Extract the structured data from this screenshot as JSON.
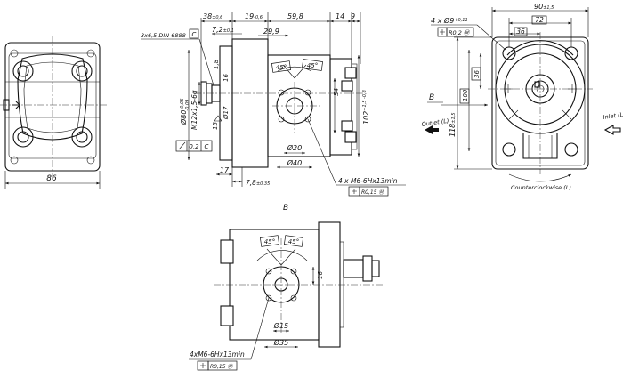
{
  "front_view": {
    "width_dim": "86"
  },
  "side_view": {
    "d_38": "38",
    "d_38_tol": "±0,6",
    "d_19": "19",
    "d_19_tol": "-0,6",
    "d_59_8": "59,8",
    "d_14": "14",
    "d_9": "9",
    "d_7_2": "7,2",
    "d_7_2_tol": "±0,1",
    "d_29_9": "29,9",
    "key_note": "3x6,5 DIN 6888",
    "key_ref": "C",
    "d_1_8": "1,8",
    "d_80": "Ø80",
    "d_80_tol_hi": "-0,06",
    "d_80_tol_lo": "-0,09",
    "thread": "M12x1,5-6g",
    "d_16": "16",
    "d_17": "Ø17",
    "d_15": "15",
    "d_54": "54",
    "d_102": "102",
    "d_102_tol": "+1,5 -0,8",
    "angle_1": "45°",
    "angle_2": "45°",
    "d_20": "Ø20",
    "d_40": "Ø40",
    "d_17b": "17",
    "d_7_8": "7,8",
    "d_7_8_tol": "±0,35",
    "tol_frame": [
      "0,2",
      "C"
    ],
    "port_thread": "4 x M6-6Hx13min",
    "pos_tol": "R0,15 Ⓜ"
  },
  "rear_view": {
    "holes": "4 x Ø9",
    "holes_tol": "+0,11",
    "pos_tol": "R0,2 Ⓜ",
    "d_90": "90",
    "d_90_tol": "±1,5",
    "d_72": "72",
    "d_36": "36",
    "d_100": "100",
    "d_36v": "36",
    "d_118": "118",
    "d_118_tol": "±1,5",
    "rotation": "Counterclockwise (L)",
    "outlet": "Outlet (L)",
    "inlet": "Inlet (L)"
  },
  "view_b": {
    "marker": "B",
    "title": "B",
    "angle_1": "45°",
    "angle_2": "45°",
    "d_15": "Ø15",
    "d_35": "Ø35",
    "d_16": "16",
    "port_thread": "4xM6-6Hx13min",
    "pos_tol": "R0,15 Ⓜ"
  }
}
